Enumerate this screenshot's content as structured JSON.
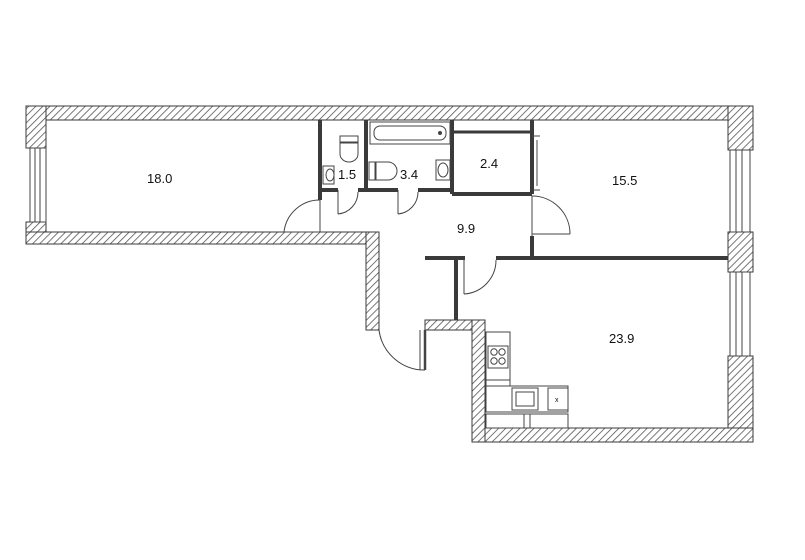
{
  "rooms": [
    {
      "id": "living-room",
      "area": "18.0"
    },
    {
      "id": "toilet",
      "area": "1.5"
    },
    {
      "id": "bathroom",
      "area": "3.4"
    },
    {
      "id": "storage",
      "area": "2.4"
    },
    {
      "id": "bedroom",
      "area": "15.5"
    },
    {
      "id": "hallway",
      "area": "9.9"
    },
    {
      "id": "kitchen",
      "area": "23.9"
    }
  ],
  "fixtures": {
    "fridge_mark": "x"
  },
  "colors": {
    "wall_fill": "#ffffff",
    "wall_stroke": "#3a3a3a",
    "hatch": "#555555",
    "line": "#444444"
  }
}
